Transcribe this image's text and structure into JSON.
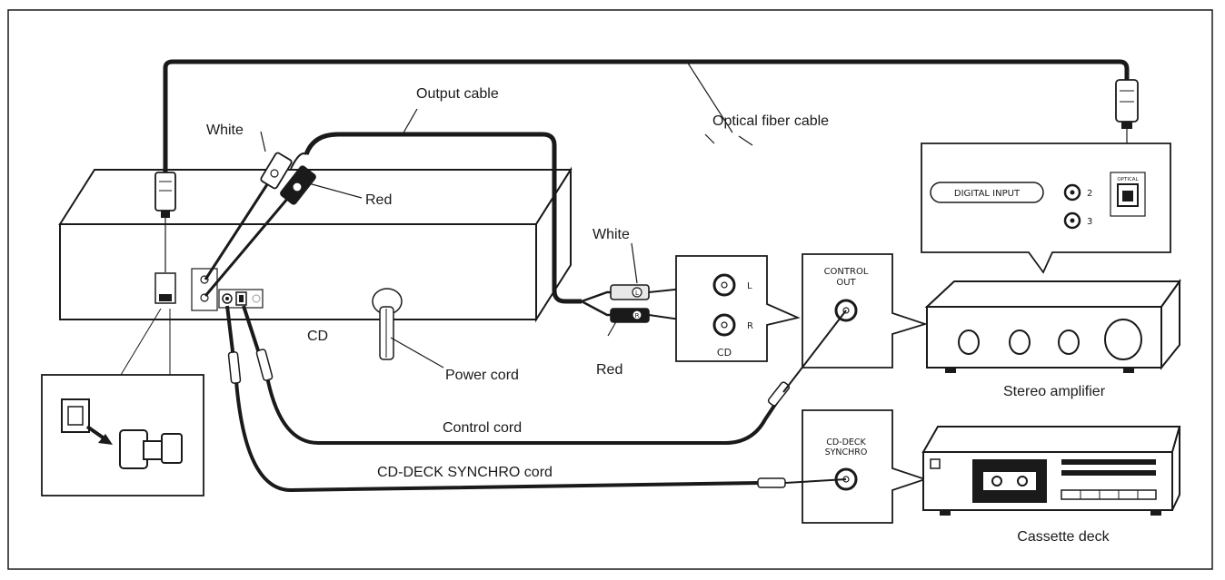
{
  "labels": {
    "output_cable": "Output cable",
    "optical_fiber_cable": "Optical fiber cable",
    "white_top": "White",
    "red_top": "Red",
    "white_mid": "White",
    "red_mid": "Red",
    "cd_unit": "CD",
    "power_cord": "Power cord",
    "control_cord": "Control cord",
    "cd_deck_synchro_cord": "CD-DECK SYNCHRO cord",
    "stereo_amplifier": "Stereo amplifier",
    "cassette_deck": "Cassette deck"
  },
  "panels": {
    "digital_input": {
      "title": "DIGITAL INPUT",
      "optical_label": "OPTICAL",
      "jack_2": "2",
      "jack_3": "3"
    },
    "cd_input": {
      "left": "L",
      "right": "R",
      "name": "CD"
    },
    "control_out": {
      "line1": "CONTROL",
      "line2": "OUT"
    },
    "cd_deck_synchro": {
      "line1": "CD-DECK",
      "line2": "SYNCHRO"
    }
  },
  "plug_marks": {
    "white": "L",
    "red": "R"
  },
  "colors": {
    "line": "#1a1a1a",
    "paper": "#ffffff",
    "plug_red": "#1a1a1a",
    "plug_white": "#e8e8e8"
  }
}
